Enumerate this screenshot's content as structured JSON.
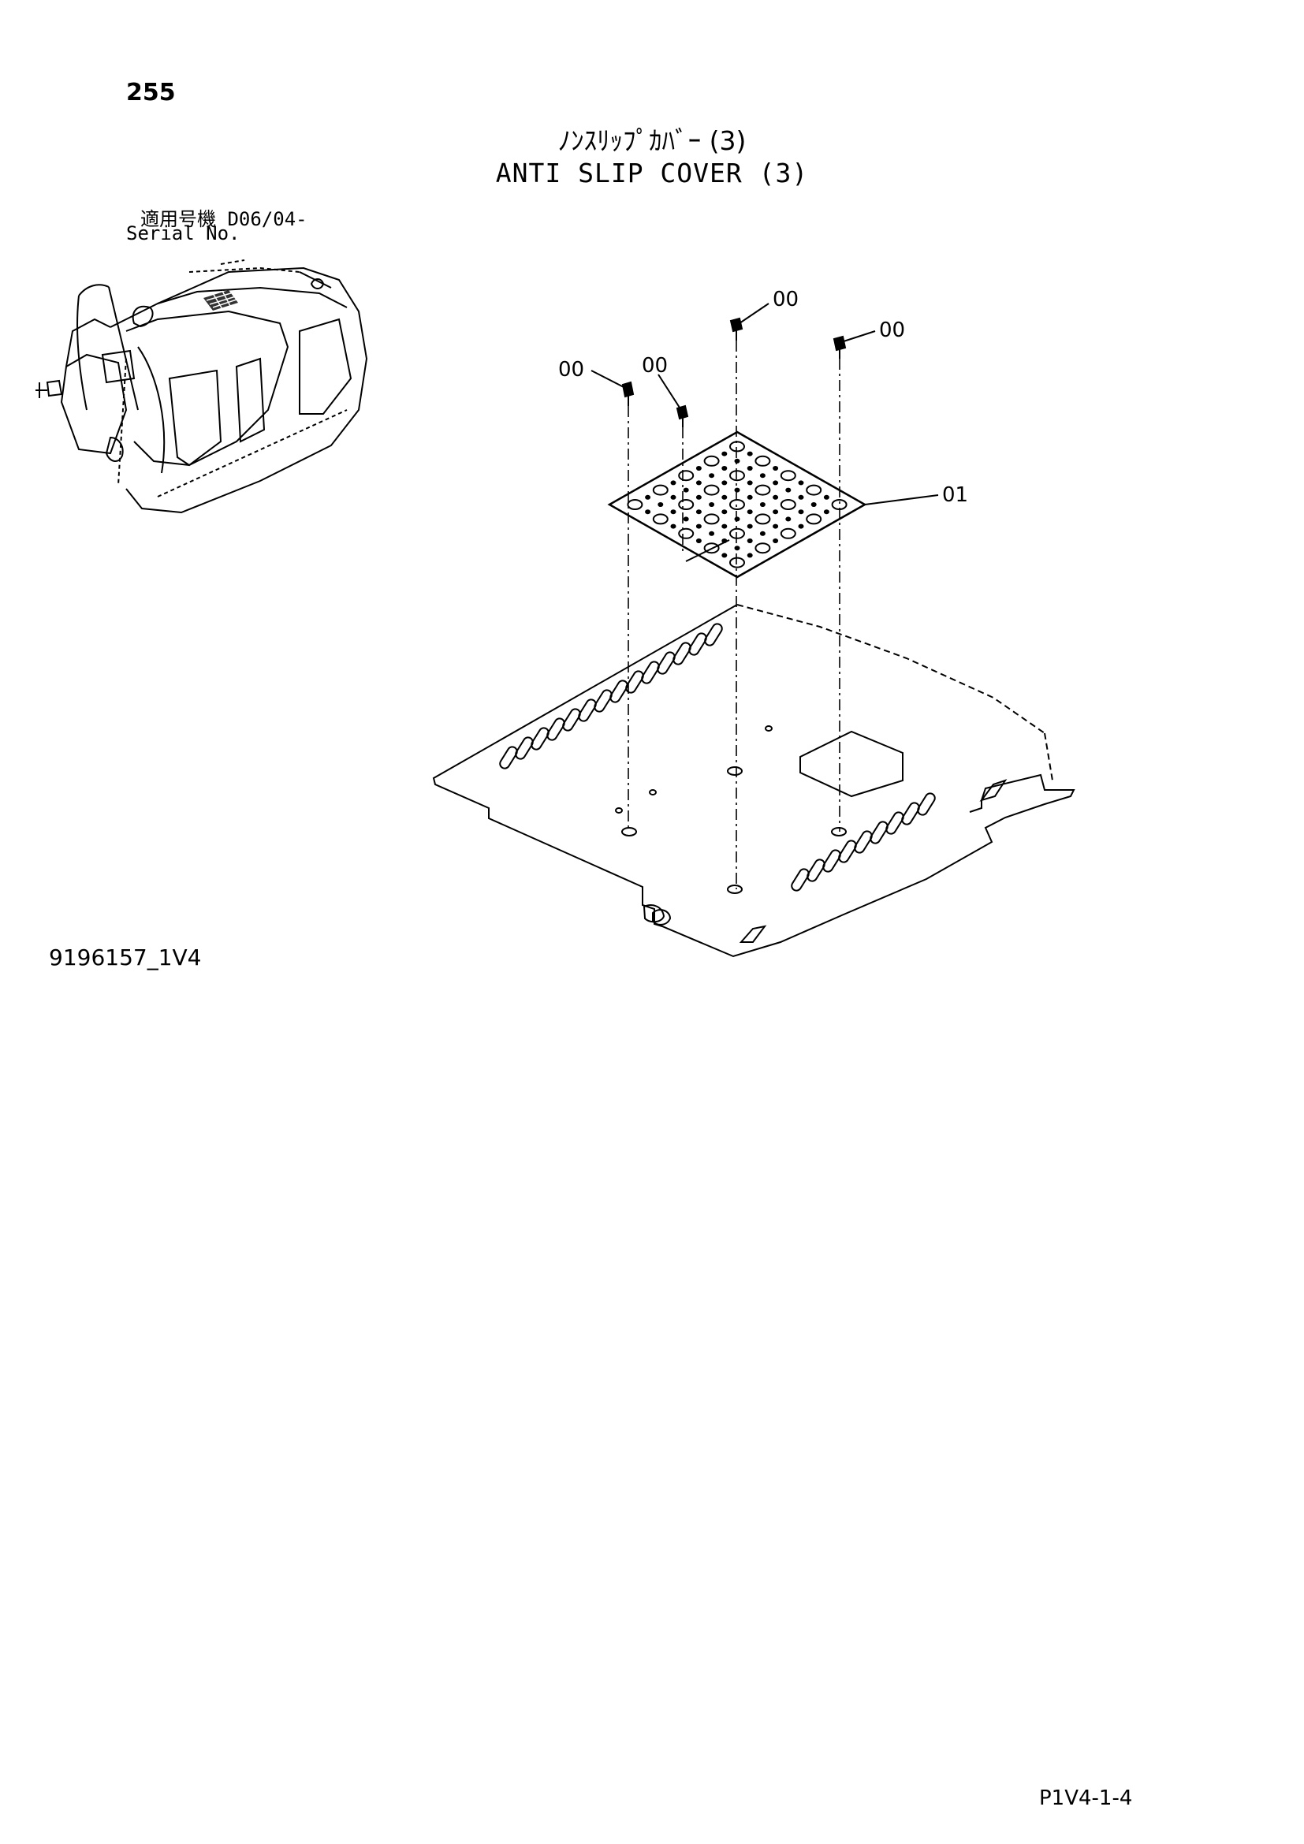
{
  "page_number": "255",
  "title_jp": "ﾉﾝｽﾘｯﾌﾟｶﾊﾞｰ (3)",
  "title_en": "ANTI SLIP COVER (3)",
  "serial": {
    "label_jp": "適用号機",
    "value": "D06/04-",
    "label_en": "Serial No."
  },
  "callouts": {
    "bolt_1": "00",
    "bolt_2": "00",
    "bolt_3": "00",
    "bolt_4": "00",
    "cover": "01"
  },
  "drawing_id": "9196157_1V4",
  "page_code": "P1V4-1-4"
}
